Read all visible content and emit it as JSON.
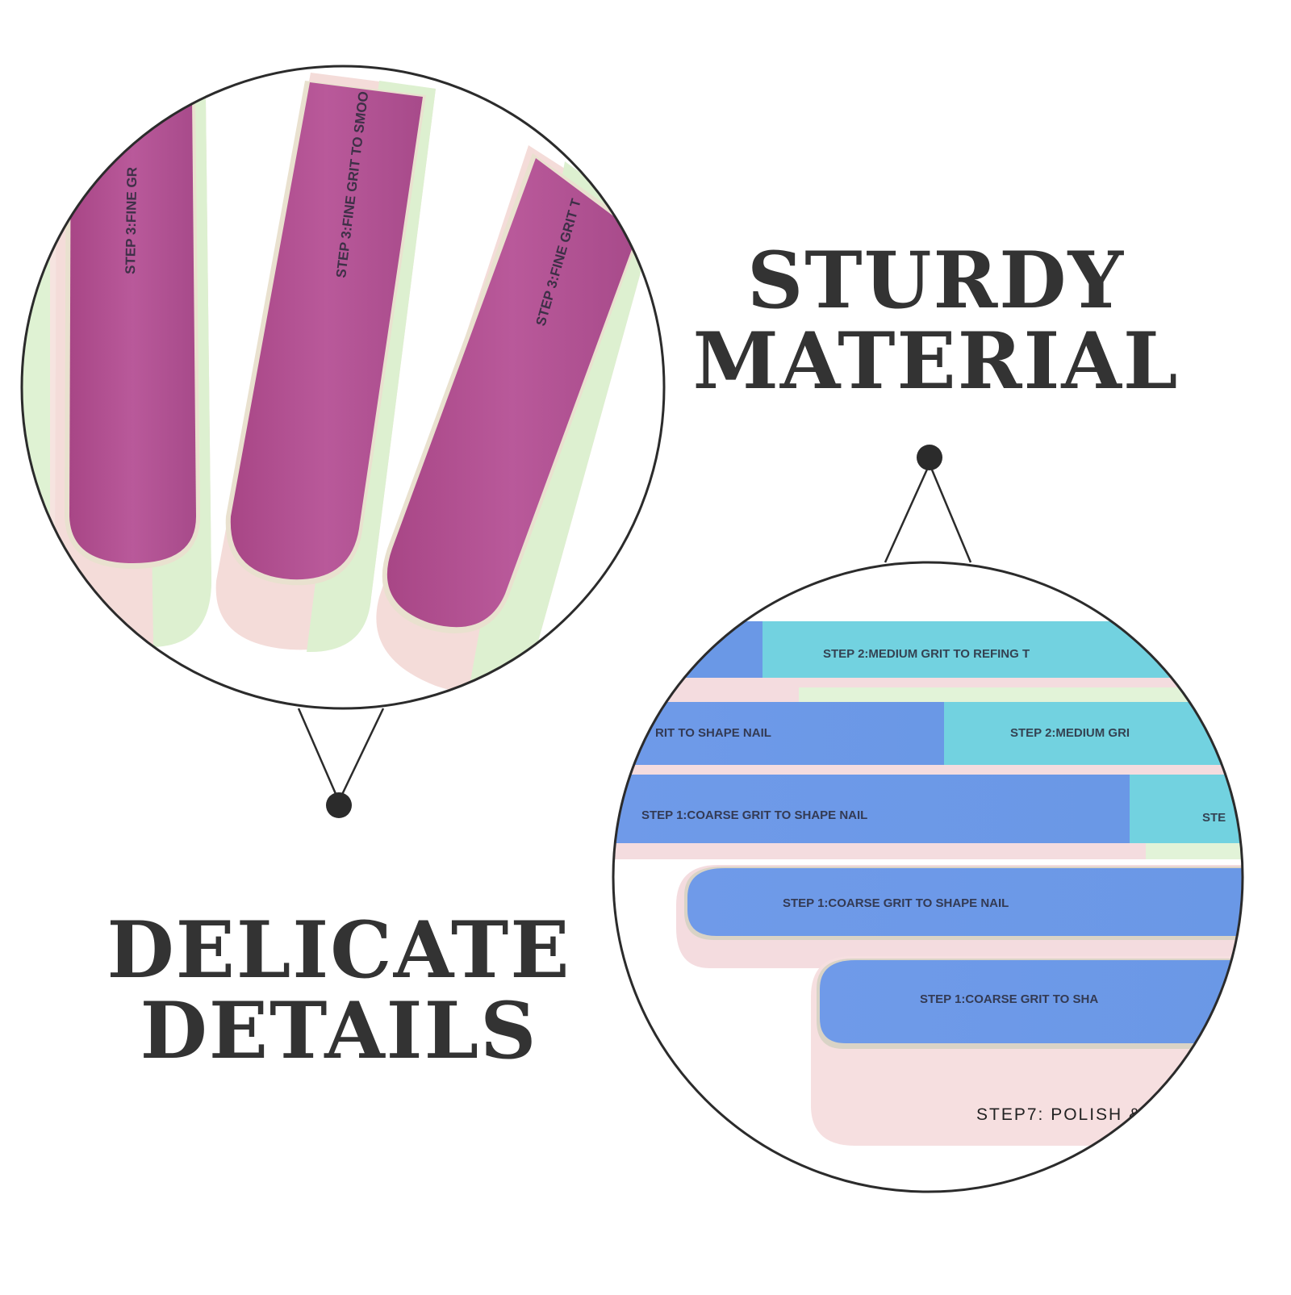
{
  "headings": {
    "top_right": [
      "STURDY",
      "MATERIAL"
    ],
    "bottom_left": [
      "DELICATE",
      "DETAILS"
    ]
  },
  "top_circle_labels": [
    "STEP 3:FINE GR",
    "STEP 3:FINE GRIT TO SMOO",
    "STEP 3:FINE GRIT T"
  ],
  "bottom_circle_labels": {
    "row1": "STEP 2:MEDIUM GRIT TO REFING T",
    "row2_left": "RIT TO SHAPE NAIL",
    "row2_right": "STEP 2:MEDIUM GRI",
    "row3_left": "STEP 1:COARSE GRIT TO SHAPE NAIL",
    "row3_right": "STE",
    "row4": "STEP 1:COARSE GRIT TO SHAPE NAIL",
    "row5": "STEP 1:COARSE GRIT TO SHA",
    "row5_side": "STEP7: POLISH &"
  },
  "colors": {
    "heading": "#333333",
    "magenta_grit": "#b3548f",
    "blue_grit": "#6a98e6",
    "cyan_grit": "#6fd3e0",
    "pink_foam": "#f5dde0",
    "green_foam": "#e0f3d6"
  }
}
